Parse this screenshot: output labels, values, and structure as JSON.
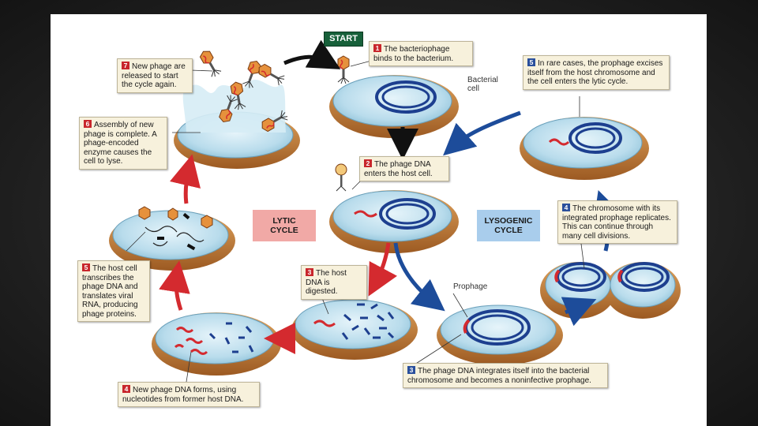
{
  "start_label": "START",
  "cycles": {
    "lytic": "LYTIC\nCYCLE",
    "lysogenic": "LYSOGENIC\nCYCLE"
  },
  "labels": {
    "bacterial_cell": "Bacterial\ncell",
    "prophage": "Prophage"
  },
  "steps": [
    {
      "num": "1",
      "color": "red",
      "text": "The bacteriophage binds to the bacterium."
    },
    {
      "num": "2",
      "color": "red",
      "text": "The phage DNA enters the host cell."
    },
    {
      "num": "3",
      "color": "red",
      "text": "The host DNA is digested."
    },
    {
      "num": "4",
      "color": "red",
      "text": "New phage DNA forms, using nucleotides from former host DNA."
    },
    {
      "num": "5",
      "color": "red",
      "text": "The host cell transcribes the phage DNA and translates viral RNA, producing phage proteins."
    },
    {
      "num": "6",
      "color": "red",
      "text": "Assembly of new phage is complete. A phage-encoded enzyme causes the cell to lyse."
    },
    {
      "num": "7",
      "color": "red",
      "text": "New phage are released to start the cycle again."
    },
    {
      "num": "3",
      "color": "blue",
      "text": "The phage DNA integrates itself into the bacterial chromosome and becomes a noninfective prophage."
    },
    {
      "num": "4",
      "color": "blue",
      "text": "The chromosome with its integrated prophage replicates. This can continue through many cell divisions."
    },
    {
      "num": "5",
      "color": "blue",
      "text": "In rare cases, the prophage excises itself from the host chromosome and the cell enters the lytic cycle."
    }
  ],
  "colors": {
    "cell_wall": "#c9823a",
    "cytoplasm": "#bfe0ee",
    "host_dna": "#1d3f8f",
    "phage_dna": "#d42a2f",
    "lytic_arrow": "#d42a2f",
    "lysogenic_arrow": "#1d4c9a",
    "lytic_label_bg": "#f1a9a6",
    "lysogenic_label_bg": "#a9cdec"
  }
}
